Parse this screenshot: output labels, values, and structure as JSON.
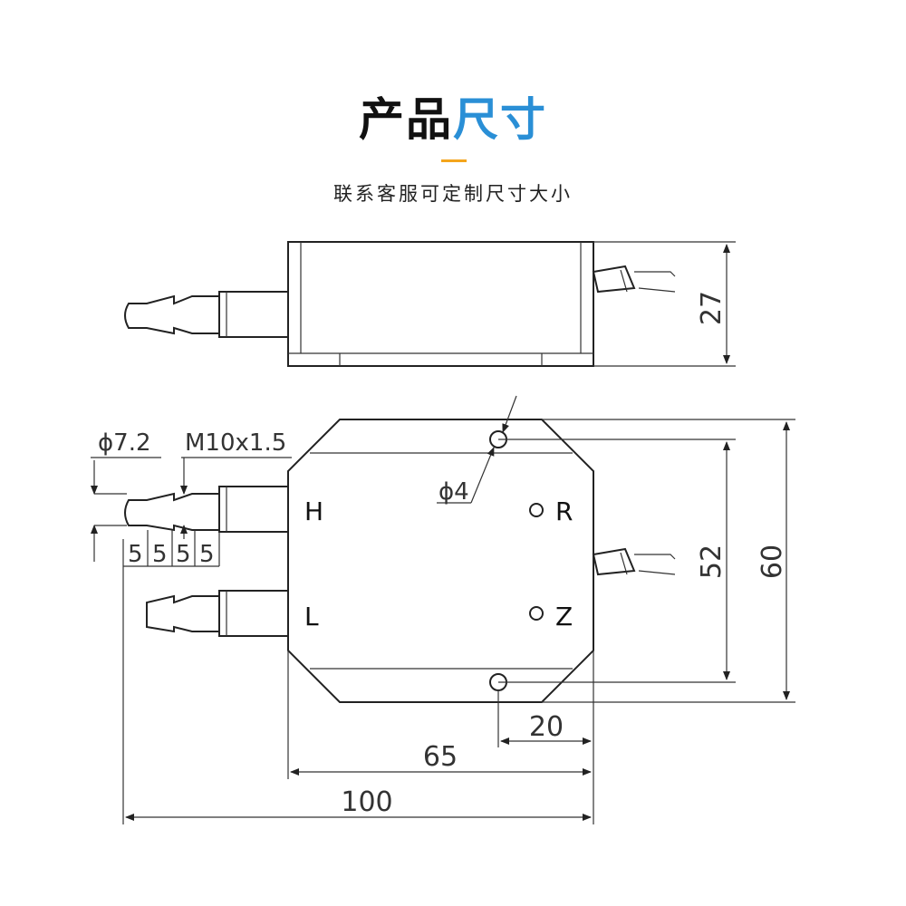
{
  "header": {
    "title_part1": "产品",
    "title_part2": "尺寸",
    "subtitle": "联系客服可定制尺寸大小"
  },
  "colors": {
    "title_dark": "#111111",
    "title_accent": "#2a8fd6",
    "underline": "#f4a51c",
    "line": "#222222"
  },
  "ports": {
    "high": "H",
    "low": "L",
    "reset": "R",
    "zero": "Z"
  },
  "dimensions": {
    "height_side": "27",
    "hole_spacing": "52",
    "body_height": "60",
    "hole_dia": "ϕ4",
    "barb_dia": "ϕ7.2",
    "thread": "M10x1.5",
    "barb_step1": "5",
    "barb_step2": "5",
    "barb_step3": "5",
    "barb_step4": "5",
    "hole_offset": "20",
    "body_width": "65",
    "overall_width": "100"
  }
}
